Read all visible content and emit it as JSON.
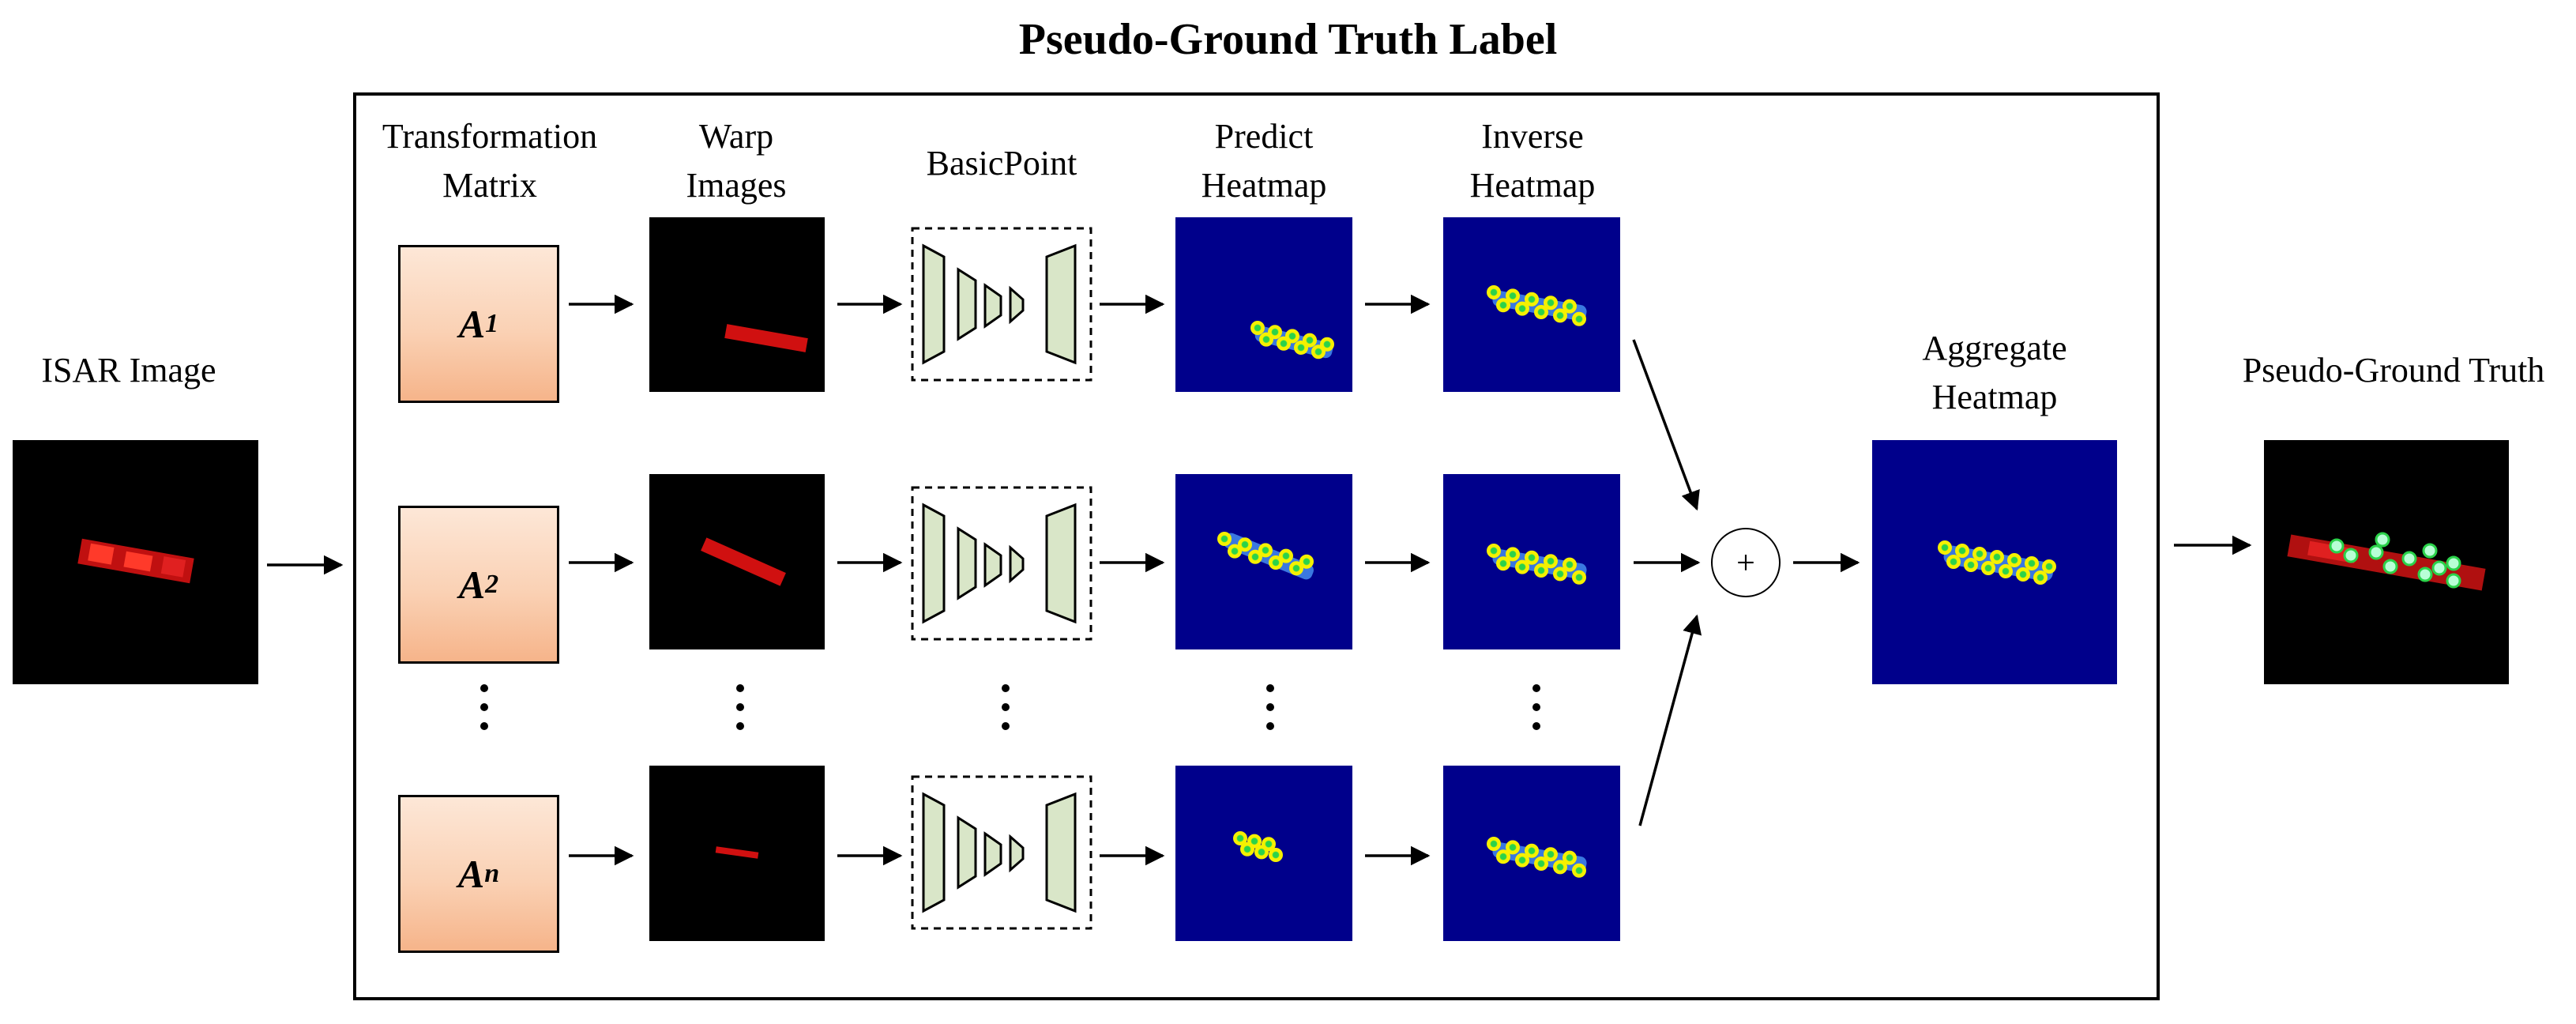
{
  "title": "Pseudo-Ground Truth Label",
  "input": {
    "label": "ISAR Image"
  },
  "output": {
    "label": "Pseudo-Ground Truth"
  },
  "columns": {
    "transformation": {
      "line1": "Transformation",
      "line2": "Matrix"
    },
    "warp": {
      "line1": "Warp",
      "line2": "Images"
    },
    "basicpoint": {
      "line1": "BasicPoint"
    },
    "predict": {
      "line1": "Predict",
      "line2": "Heatmap"
    },
    "inverse": {
      "line1": "Inverse",
      "line2": "Heatmap"
    }
  },
  "aggregate": {
    "line1": "Aggregate",
    "line2": "Heatmap"
  },
  "operator": "+",
  "matrices": [
    {
      "base": "A",
      "sub": "1"
    },
    {
      "base": "A",
      "sub": "2"
    },
    {
      "base": "A",
      "sub": "n"
    }
  ],
  "colors": {
    "heatmap_bg": "#00008b",
    "image_bg": "#000000",
    "matrix_fill": "#f8c6a2",
    "network_fill": "#d9e6c8",
    "target_red": "#d01010",
    "keypoint_yellow": "#f5f000",
    "keypoint_green": "#2bd24a",
    "gt_keypoint": "#b8ffd6"
  }
}
